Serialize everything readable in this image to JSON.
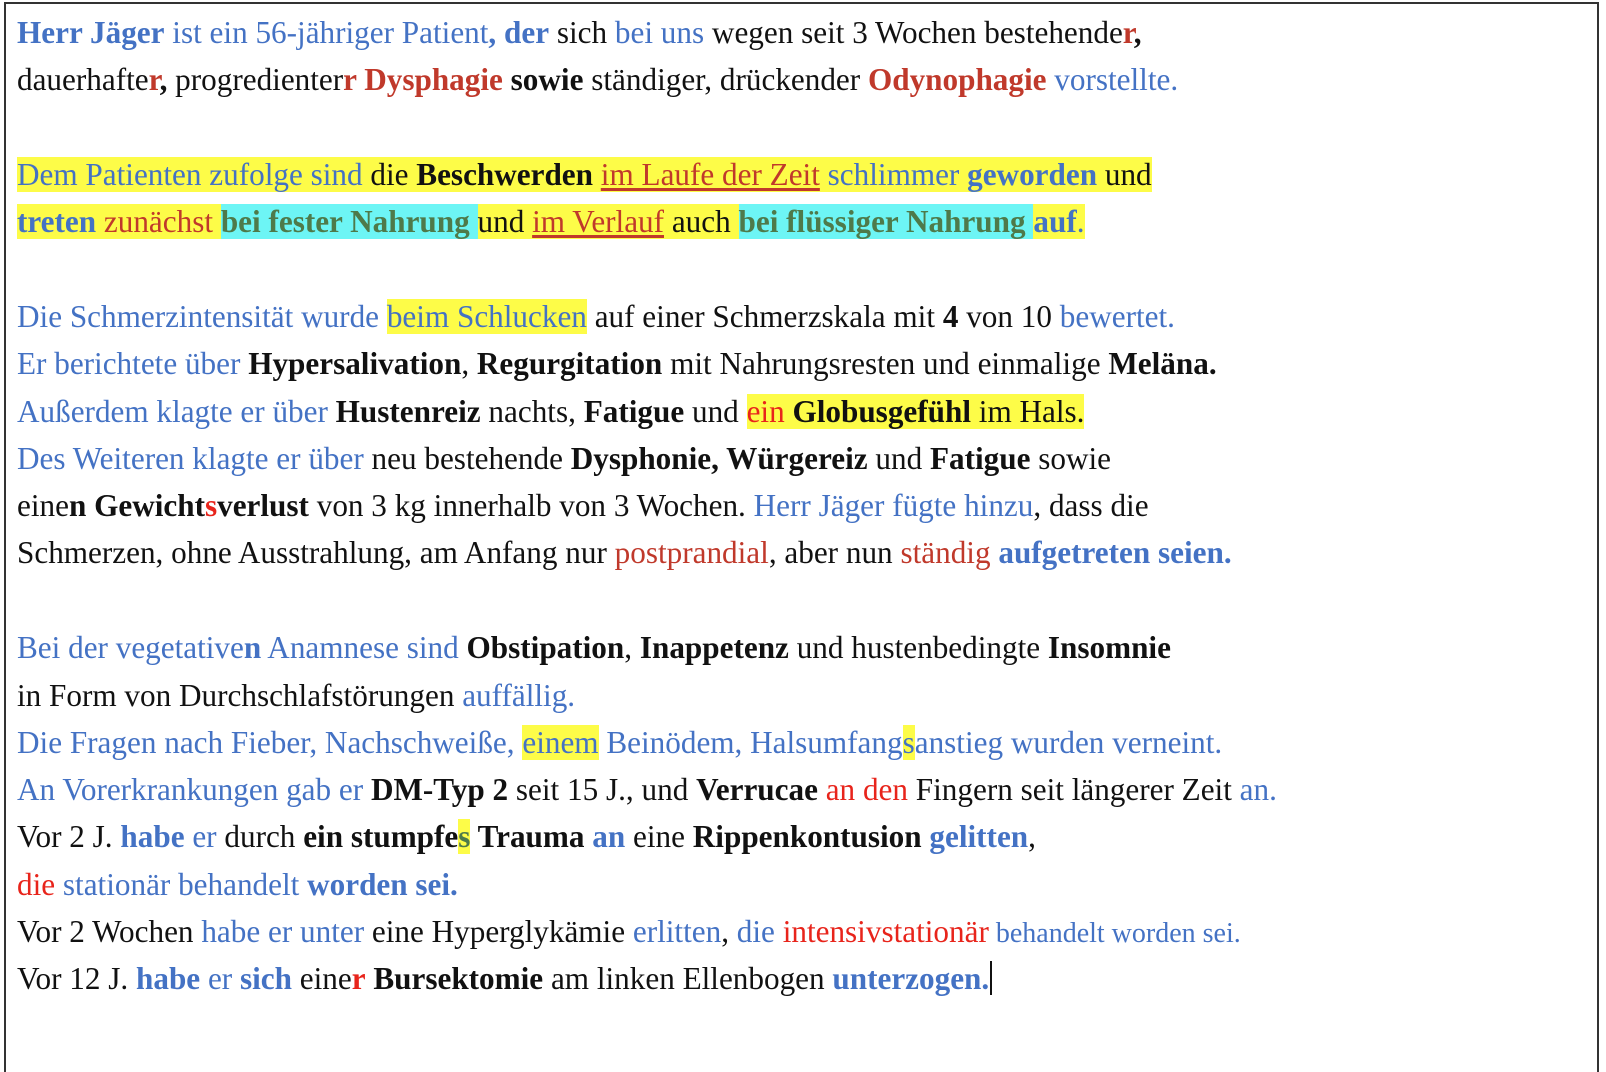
{
  "colors": {
    "blue": "#4472c4",
    "red": "#c0392b",
    "bright_red": "#e8241b",
    "black": "#111111",
    "green": "#4e7a4a",
    "highlight_yellow": "#fdfc48",
    "highlight_cyan": "#6df5f5"
  },
  "lines": [
    {
      "segments": [
        {
          "t": "Herr Jäger",
          "c": "b",
          "b": true
        },
        {
          "t": " ist ein 56-jähriger Patient",
          "c": "b"
        },
        {
          "t": ", der",
          "c": "b",
          "b": true
        },
        {
          "t": " sich ",
          "c": "k"
        },
        {
          "t": "bei uns",
          "c": "b"
        },
        {
          "t": " wegen seit 3 Wochen bestehende",
          "c": "k"
        },
        {
          "t": "r",
          "c": "r",
          "b": true
        },
        {
          "t": ",",
          "c": "k",
          "b": true
        }
      ]
    },
    {
      "segments": [
        {
          "t": "dauerhafte",
          "c": "k"
        },
        {
          "t": "r",
          "c": "r",
          "b": true
        },
        {
          "t": ",",
          "c": "k",
          "b": true
        },
        {
          "t": " progredienter",
          "c": "k"
        },
        {
          "t": "r",
          "c": "r",
          "b": true
        },
        {
          "t": " Dysphagie",
          "c": "r",
          "b": true
        },
        {
          "t": " sowie",
          "c": "k",
          "b": true
        },
        {
          "t": " ständiger, drückender ",
          "c": "k"
        },
        {
          "t": "Odynophagie",
          "c": "r",
          "b": true
        },
        {
          "t": " vorstellte.",
          "c": "b"
        }
      ]
    },
    {
      "segments": [
        {
          "t": "Dem Patienten zufolge sind",
          "c": "b",
          "h": "y"
        },
        {
          "t": " die ",
          "c": "k",
          "h": "y"
        },
        {
          "t": "Beschwerden",
          "c": "k",
          "b": true,
          "h": "y"
        },
        {
          "t": " ",
          "c": "k",
          "h": "y"
        },
        {
          "t": "im Laufe der Zeit",
          "c": "r",
          "u": true,
          "h": "y"
        },
        {
          "t": " schlimmer ",
          "c": "b",
          "h": "y"
        },
        {
          "t": "geworden",
          "c": "b",
          "b": true,
          "h": "y"
        },
        {
          "t": " und",
          "c": "k",
          "h": "y"
        }
      ]
    },
    {
      "segments": [
        {
          "t": "treten",
          "c": "b",
          "b": true,
          "h": "y"
        },
        {
          "t": " zunächst ",
          "c": "r",
          "h": "y"
        },
        {
          "t": "bei fester Nahrung ",
          "c": "g",
          "b": true,
          "h": "c"
        },
        {
          "t": "und ",
          "c": "k",
          "h": "y"
        },
        {
          "t": "im Verlauf",
          "c": "r",
          "u": true,
          "h": "y"
        },
        {
          "t": " auch ",
          "c": "k",
          "h": "y"
        },
        {
          "t": "bei flüssiger Nahrung ",
          "c": "g",
          "b": true,
          "h": "c"
        },
        {
          "t": "auf",
          "c": "b",
          "b": true,
          "h": "y"
        },
        {
          "t": ".",
          "c": "b",
          "h": "y"
        }
      ]
    },
    {
      "segments": [
        {
          "t": "Die Schmerzintensität wurde ",
          "c": "b"
        },
        {
          "t": "beim Schlucken",
          "c": "b",
          "h": "y"
        },
        {
          "t": " auf einer Schmerzskala mit ",
          "c": "k"
        },
        {
          "t": "4",
          "c": "k",
          "b": true
        },
        {
          "t": " von 10 ",
          "c": "k"
        },
        {
          "t": "bewertet.",
          "c": "b"
        }
      ]
    },
    {
      "segments": [
        {
          "t": "Er berichtete über ",
          "c": "b"
        },
        {
          "t": "Hypersalivation",
          "c": "k",
          "b": true
        },
        {
          "t": ", ",
          "c": "k"
        },
        {
          "t": "Regurgitation",
          "c": "k",
          "b": true
        },
        {
          "t": " mit Nahrungsresten und einmalige ",
          "c": "k"
        },
        {
          "t": "Meläna.",
          "c": "k",
          "b": true
        }
      ]
    },
    {
      "segments": [
        {
          "t": "Außerdem klagte er über ",
          "c": "b"
        },
        {
          "t": "Hustenreiz",
          "c": "k",
          "b": true
        },
        {
          "t": " nachts, ",
          "c": "k"
        },
        {
          "t": "Fatigue",
          "c": "k",
          "b": true
        },
        {
          "t": " und ",
          "c": "k"
        },
        {
          "t": "ein ",
          "c": "rb",
          "h": "y"
        },
        {
          "t": "Globusgefühl",
          "c": "k",
          "b": true,
          "h": "y"
        },
        {
          "t": " im Hals.",
          "c": "k",
          "h": "y"
        }
      ]
    },
    {
      "segments": [
        {
          "t": "Des Weiteren klagte er über",
          "c": "b"
        },
        {
          "t": " neu bestehende ",
          "c": "k"
        },
        {
          "t": "Dysphonie, Würgereiz",
          "c": "k",
          "b": true
        },
        {
          "t": " und ",
          "c": "k"
        },
        {
          "t": "Fatigue",
          "c": "k",
          "b": true
        },
        {
          "t": " sowie",
          "c": "k"
        }
      ]
    },
    {
      "segments": [
        {
          "t": "eine",
          "c": "k"
        },
        {
          "t": "n Gewicht",
          "c": "k",
          "b": true
        },
        {
          "t": "s",
          "c": "rb",
          "b": true
        },
        {
          "t": "verlust",
          "c": "k",
          "b": true
        },
        {
          "t": " von 3 kg innerhalb von 3 Wochen. ",
          "c": "k"
        },
        {
          "t": "Herr Jäger fügte hinzu",
          "c": "b"
        },
        {
          "t": ", dass die",
          "c": "k"
        }
      ]
    },
    {
      "segments": [
        {
          "t": "Schmerzen, ohne Ausstrahlung, am Anfang nur ",
          "c": "k"
        },
        {
          "t": "postprandial",
          "c": "r"
        },
        {
          "t": ", aber nun ",
          "c": "k"
        },
        {
          "t": "ständig",
          "c": "r"
        },
        {
          "t": " ",
          "c": "k"
        },
        {
          "t": "aufgetreten seien.",
          "c": "b",
          "b": true
        }
      ]
    },
    {
      "segments": [
        {
          "t": "Bei der vegetative",
          "c": "b"
        },
        {
          "t": "n",
          "c": "b",
          "b": true
        },
        {
          "t": " Anamnese sind ",
          "c": "b"
        },
        {
          "t": "Obstipation",
          "c": "k",
          "b": true
        },
        {
          "t": ", ",
          "c": "k"
        },
        {
          "t": "Inappetenz",
          "c": "k",
          "b": true
        },
        {
          "t": " und hustenbedingte ",
          "c": "k"
        },
        {
          "t": "Insomnie",
          "c": "k",
          "b": true
        }
      ]
    },
    {
      "segments": [
        {
          "t": "in Form von Durchschlafstörungen ",
          "c": "k"
        },
        {
          "t": "auffällig.",
          "c": "b"
        }
      ]
    },
    {
      "segments": [
        {
          "t": "Die Fragen nach Fieber, Nachschweiße, ",
          "c": "b"
        },
        {
          "t": "einem",
          "c": "b",
          "h": "y"
        },
        {
          "t": " Beinödem, Halsumfang",
          "c": "b"
        },
        {
          "t": "s",
          "c": "b",
          "h": "y"
        },
        {
          "t": "anstieg wurden verneint.",
          "c": "b"
        }
      ]
    },
    {
      "segments": [
        {
          "t": "An Vorerkrankungen gab er ",
          "c": "b"
        },
        {
          "t": "DM-Typ 2",
          "c": "k",
          "b": true
        },
        {
          "t": " seit 15 J., und ",
          "c": "k"
        },
        {
          "t": "Verrucae",
          "c": "k",
          "b": true
        },
        {
          "t": " ",
          "c": "k"
        },
        {
          "t": "an den",
          "c": "rb"
        },
        {
          "t": " Fingern seit längerer Zeit ",
          "c": "k"
        },
        {
          "t": "an.",
          "c": "b"
        }
      ]
    },
    {
      "segments": [
        {
          "t": "Vor 2 J. ",
          "c": "k"
        },
        {
          "t": "habe",
          "c": "b",
          "b": true
        },
        {
          "t": " er",
          "c": "b"
        },
        {
          "t": " durch ",
          "c": "k"
        },
        {
          "t": "ein stumpfe",
          "c": "k",
          "b": true
        },
        {
          "t": "s",
          "c": "g",
          "b": true,
          "h": "y"
        },
        {
          "t": " Trauma",
          "c": "k",
          "b": true
        },
        {
          "t": " ",
          "c": "k"
        },
        {
          "t": "an",
          "c": "b",
          "b": true
        },
        {
          "t": " eine ",
          "c": "k"
        },
        {
          "t": "Rippenkontusion",
          "c": "k",
          "b": true
        },
        {
          "t": " ",
          "c": "k"
        },
        {
          "t": "gelitten",
          "c": "b",
          "b": true
        },
        {
          "t": ",",
          "c": "k"
        }
      ]
    },
    {
      "segments": [
        {
          "t": "die",
          "c": "rb"
        },
        {
          "t": " stationär behandelt ",
          "c": "b"
        },
        {
          "t": "worden sei.",
          "c": "b",
          "b": true
        }
      ]
    },
    {
      "segments": [
        {
          "t": "Vor 2 Wochen ",
          "c": "k"
        },
        {
          "t": "habe er unter",
          "c": "b"
        },
        {
          "t": " eine Hyperglykämie ",
          "c": "k"
        },
        {
          "t": "erlitten",
          "c": "b"
        },
        {
          "t": ", ",
          "c": "k"
        },
        {
          "t": "die",
          "c": "b"
        },
        {
          "t": " ",
          "c": "k"
        },
        {
          "t": "intensivstationär",
          "c": "rb"
        },
        {
          "t": " behandelt worden sei.",
          "c": "b",
          "s": true
        }
      ]
    },
    {
      "segments": [
        {
          "t": "Vor 12 J. ",
          "c": "k"
        },
        {
          "t": "habe",
          "c": "b",
          "b": true
        },
        {
          "t": " er ",
          "c": "b"
        },
        {
          "t": "sich",
          "c": "b",
          "b": true
        },
        {
          "t": " eine",
          "c": "k"
        },
        {
          "t": "r",
          "c": "rb",
          "b": true
        },
        {
          "t": " ",
          "c": "k"
        },
        {
          "t": "Bursektomie",
          "c": "k",
          "b": true
        },
        {
          "t": " am linken Ellenbogen ",
          "c": "k"
        },
        {
          "t": "unterzogen.",
          "c": "b",
          "b": true
        }
      ]
    }
  ]
}
